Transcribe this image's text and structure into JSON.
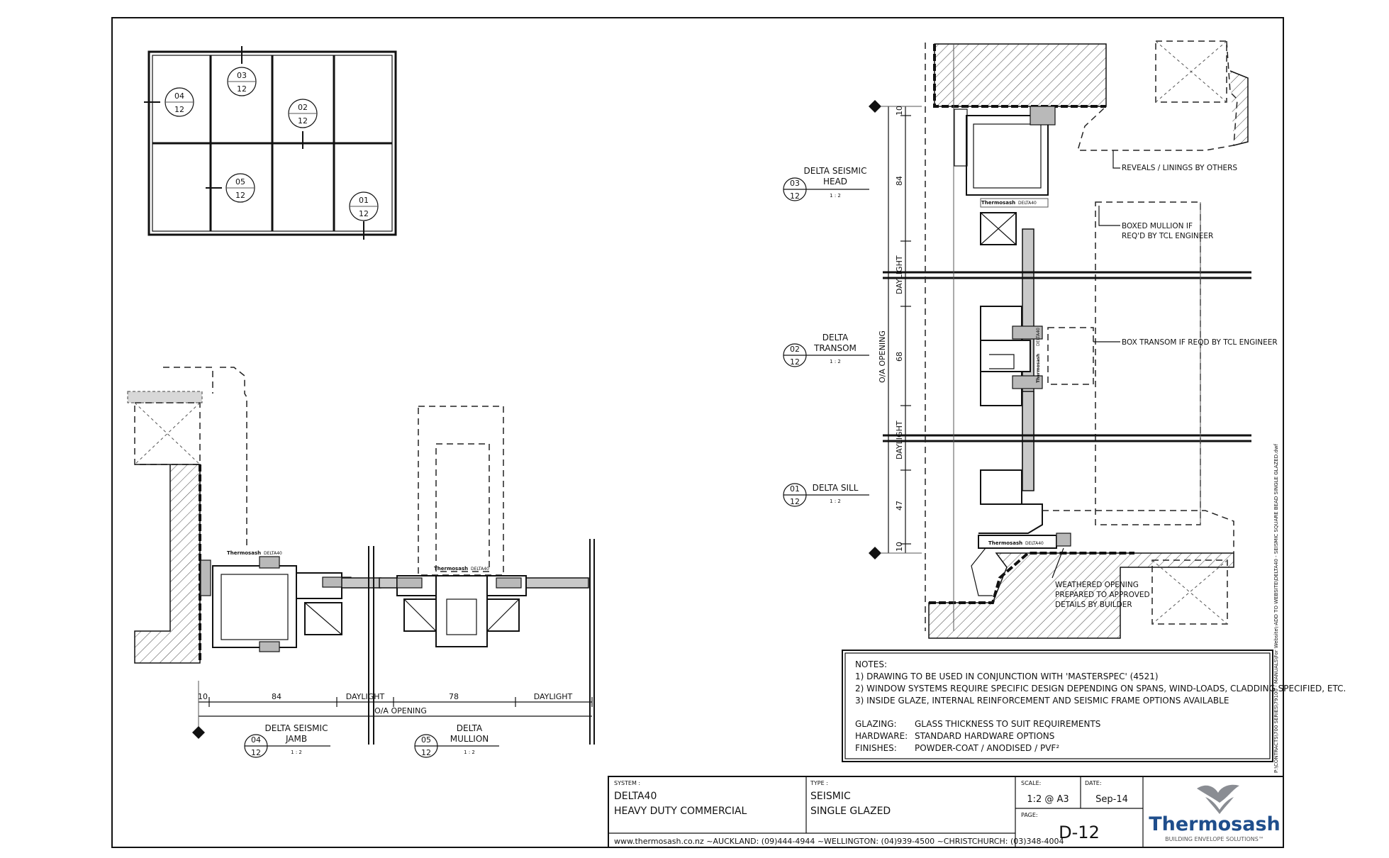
{
  "elevation": {
    "markers": [
      {
        "top": "04",
        "bottom": "12"
      },
      {
        "top": "03",
        "bottom": "12"
      },
      {
        "top": "02",
        "bottom": "12"
      },
      {
        "top": "05",
        "bottom": "12"
      },
      {
        "top": "01",
        "bottom": "12"
      }
    ]
  },
  "details": {
    "head": {
      "num": "03",
      "sheet": "12",
      "title1": "DELTA SEISMIC",
      "title2": "HEAD",
      "scale": "1 : 2"
    },
    "transom": {
      "num": "02",
      "sheet": "12",
      "title1": "DELTA",
      "title2": "TRANSOM",
      "scale": "1 : 2"
    },
    "sill": {
      "num": "01",
      "sheet": "12",
      "title1": "DELTA SILL",
      "scale": "1 : 2"
    },
    "jamb": {
      "num": "04",
      "sheet": "12",
      "title1": "DELTA SEISMIC",
      "title2": "JAMB",
      "scale": "1 : 2"
    },
    "mullion": {
      "num": "05",
      "sheet": "12",
      "title1": "DELTA",
      "title2": "MULLION",
      "scale": "1 : 2"
    }
  },
  "dimensions": {
    "vertical": {
      "d10a": "10",
      "d84": "84",
      "daylight": "DAYLIGHT",
      "d68": "68",
      "oa": "O/A OPENING",
      "d47": "47",
      "d10b": "10"
    },
    "horizontal": {
      "d10": "10",
      "d84": "84",
      "daylight1": "DAYLIGHT",
      "d78": "78",
      "daylight2": "DAYLIGHT",
      "oa": "O/A OPENING"
    }
  },
  "annotations": {
    "reveals": "REVEALS / LININGS BY OTHERS",
    "boxed1": "BOXED MULLION IF",
    "boxed2": "REQ'D BY TCL ENGINEER",
    "box_transom": "BOX TRANSOM IF REQD BY TCL ENGINEER",
    "weathered1": "WEATHERED OPENING",
    "weathered2": "PREPARED TO APPROVED",
    "weathered3": "DETAILS BY BUILDER"
  },
  "profile_labels": {
    "brand": "Thermosash",
    "product": "DELTA40"
  },
  "notes": {
    "heading": "NOTES:",
    "items": [
      "1) DRAWING TO BE USED IN CONJUNCTION WITH 'MASTERSPEC' (4521)",
      "2) WINDOW SYSTEMS REQUIRE SPECIFIC DESIGN DEPENDING ON SPANS, WIND-LOADS, CLADDING SPECIFIED, ETC.",
      "3) INSIDE GLAZE, INTERNAL REINFORCEMENT AND SEISMIC FRAME OPTIONS AVAILABLE"
    ],
    "glazing_label": "GLAZING:",
    "glazing": "GLASS THICKNESS TO SUIT REQUIREMENTS",
    "hardware_label": "HARDWARE:",
    "hardware": "STANDARD HARDWARE OPTIONS",
    "finishes_label": "FINISHES:",
    "finishes": "POWDER-COAT / ANODISED / PVF²"
  },
  "file_path": "P:\\CONTRACTS\\700 SERIES\\79100 - MANUALS\\For Website\\-ADD TO WEBSITE\\DELTA40 - SEISMIC SQUARE BEAD SINGLE GLAZED.dwf",
  "title_block": {
    "system_label": "SYSTEM :",
    "system1": "DELTA40",
    "system2": "HEAVY DUTY COMMERCIAL",
    "type_label": "TYPE :",
    "type1": "SEISMIC",
    "type2": "SINGLE GLAZED",
    "scale_label": "SCALE:",
    "scale": "1:2 @ A3",
    "date_label": "DATE:",
    "date": "Sep-14",
    "page_label": "PAGE:",
    "page": "D-12",
    "contact": "www.thermosash.co.nz ~AUCKLAND: (09)444-4944 ~WELLINGTON: (04)939-4500 ~CHRISTCHURCH: (03)348-4004",
    "logo_name": "Thermosash",
    "logo_tagline": "BUILDING ENVELOPE SOLUTIONS™"
  }
}
